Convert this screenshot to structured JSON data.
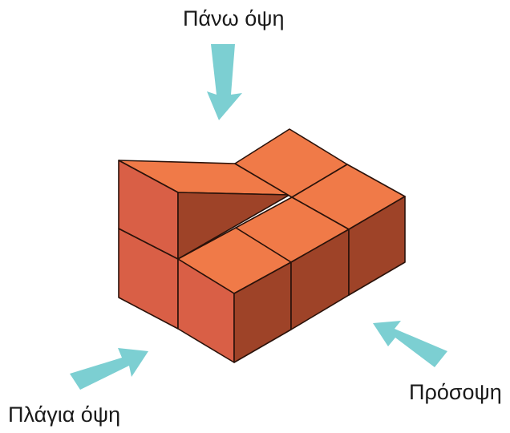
{
  "labels": {
    "top_view": "Πάνω όψη",
    "side_view": "Πλάγια όψη",
    "front_view": "Πρόσοψη"
  },
  "colors": {
    "cube_top": "#F07A48",
    "cube_left_face": "#D95F46",
    "cube_right_face": "#9E4328",
    "cube_edge": "#2a120a",
    "arrow": "#7CCFD2"
  },
  "solid": {
    "cube_count": 9,
    "includes_wedge_block": true
  }
}
